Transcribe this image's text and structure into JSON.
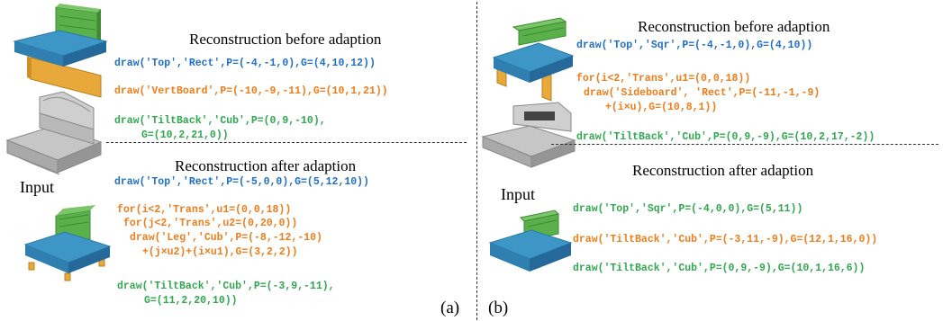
{
  "colors": {
    "blue": "#1f6fc6",
    "orange": "#f07c1a",
    "green": "#2fa84f",
    "bed_top": "#3d96c6",
    "board": "#55a845",
    "wood": "#e8a93a",
    "gray": "#bdbdbd"
  },
  "panel_a": {
    "label": "(a)",
    "input_label": "Input",
    "before": {
      "heading": "Reconstruction before adaption",
      "lines": [
        "draw('Top','Rect',P=(-4,-1,0),G=(4,10,12))",
        "draw('VertBoard',P=(-10,-9,-11),G=(10,1,21))",
        "draw('TiltBack','Cub',P=(0,9,-10),",
        "G=(10,2,21,0))"
      ]
    },
    "after": {
      "heading": "Reconstruction after adaption",
      "lines": [
        "draw('Top','Rect',P=(-5,0,0),G=(5,12,10))",
        "for(i<2,'Trans',u1=(0,0,18))",
        "for(j<2,'Trans',u2=(0,20,0))",
        "draw('Leg','Cub',P=(-8,-12,-10)",
        "+(j×u2)+(i×u1),G=(3,2,2))",
        "draw('TiltBack','Cub',P=(-3,9,-11),",
        "G=(11,2,20,10))"
      ]
    }
  },
  "panel_b": {
    "label": "(b)",
    "input_label": "Input",
    "before": {
      "heading": "Reconstruction before adaption",
      "lines": [
        "draw('Top','Sqr',P=(-4,-1,0),G=(4,10))",
        "for(i<2,'Trans',u1=(0,0,18))",
        "draw('Sideboard', 'Rect',P=(-11,-1,-9)",
        "+(i×u),G=(10,8,1))",
        "draw('TiltBack','Cub',P=(0,9,-9),G=(10,2,17,-2))"
      ]
    },
    "after": {
      "heading": "Reconstruction after adaption",
      "lines": [
        "draw('Top','Sqr',P=(-4,0,0),G=(5,11))",
        "draw('TiltBack','Cub',P=(-3,11,-9),G=(12,1,16,0))",
        "draw('TiltBack','Cub',P=(0,9,-9),G=(10,1,16,6))"
      ]
    }
  }
}
